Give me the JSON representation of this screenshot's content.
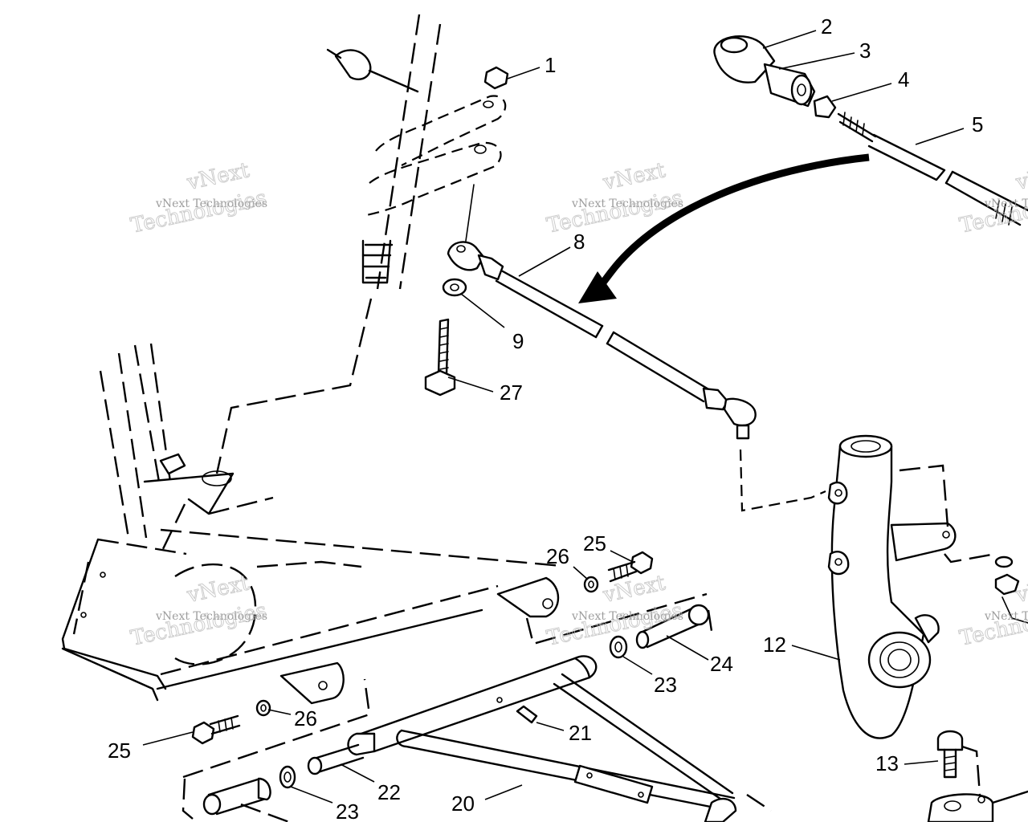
{
  "watermark": {
    "line_a": "vNext",
    "line_b": "vNext Technologies",
    "line_c": "Technologies"
  },
  "callouts": [
    {
      "id": "1",
      "label": "1"
    },
    {
      "id": "2",
      "label": "2"
    },
    {
      "id": "3",
      "label": "3"
    },
    {
      "id": "4",
      "label": "4"
    },
    {
      "id": "5",
      "label": "5"
    },
    {
      "id": "8",
      "label": "8"
    },
    {
      "id": "9",
      "label": "9"
    },
    {
      "id": "27",
      "label": "27"
    },
    {
      "id": "12",
      "label": "12"
    },
    {
      "id": "13",
      "label": "13"
    },
    {
      "id": "26a",
      "label": "26"
    },
    {
      "id": "25a",
      "label": "25"
    },
    {
      "id": "24",
      "label": "24"
    },
    {
      "id": "23a",
      "label": "23"
    },
    {
      "id": "26b",
      "label": "26"
    },
    {
      "id": "25b",
      "label": "25"
    },
    {
      "id": "21",
      "label": "21"
    },
    {
      "id": "22",
      "label": "22"
    },
    {
      "id": "23b",
      "label": "23"
    },
    {
      "id": "20",
      "label": "20"
    }
  ]
}
